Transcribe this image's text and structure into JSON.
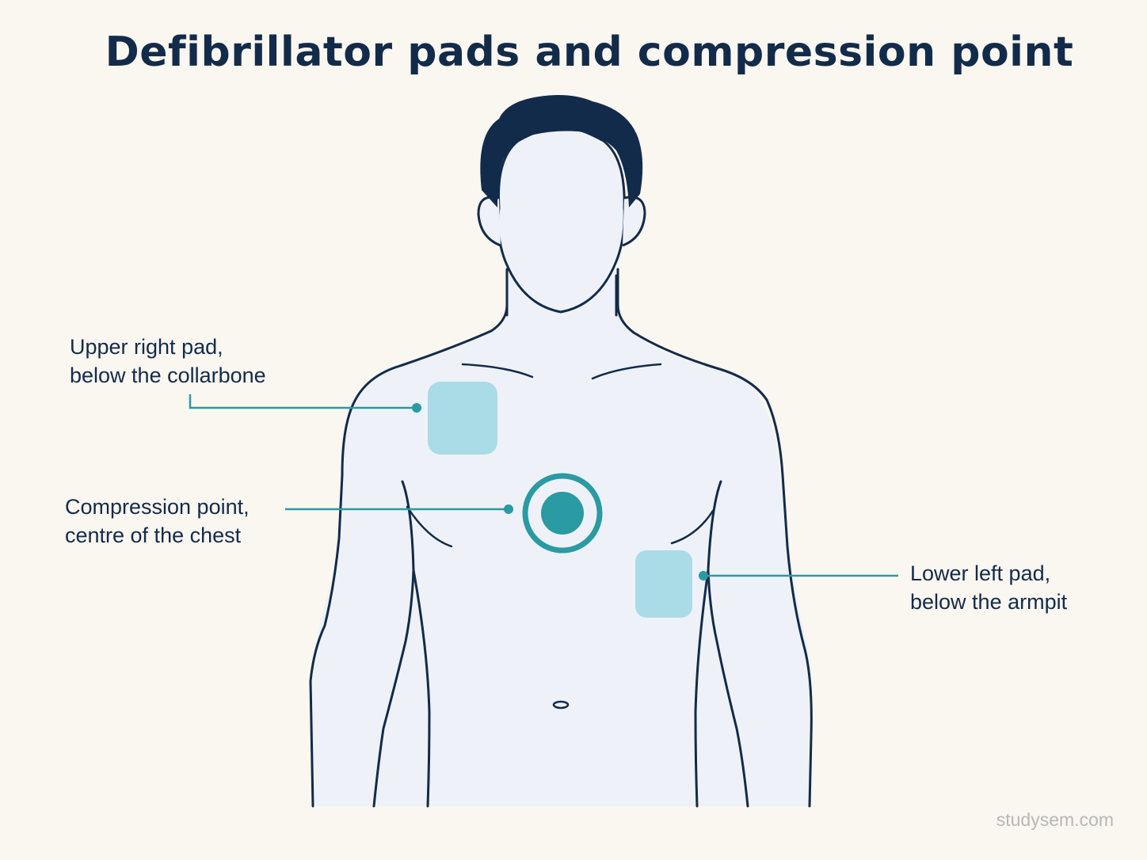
{
  "title": "Defibrillator pads and compression point",
  "labels": {
    "upper_right_pad": {
      "line1": "Upper right pad,",
      "line2": "below the collarbone"
    },
    "compression_point": {
      "line1": "Compression point,",
      "line2": "centre of the chest"
    },
    "lower_left_pad": {
      "line1": "Lower left pad,",
      "line2": "below the armpit"
    }
  },
  "watermark": "studysem.com",
  "colors": {
    "background": "#faf6f0",
    "outline": "#132b4a",
    "skin": "#eef2f8",
    "pad": "#a9dce6",
    "accent": "#2a9aa3",
    "hair": "#132b4a"
  },
  "icons": {
    "pad": "adhesive-pad-icon",
    "compression": "target-ring-icon"
  }
}
